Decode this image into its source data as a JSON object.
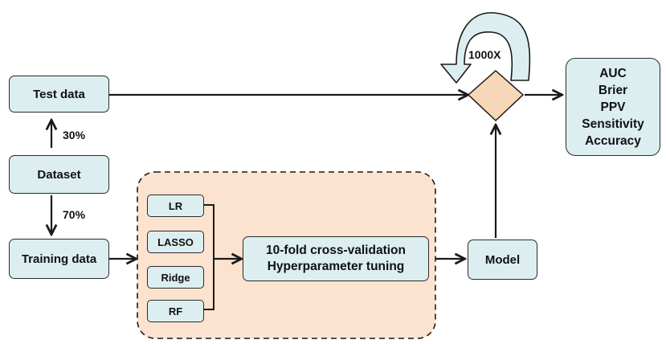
{
  "nodes": {
    "test_data": "Test data",
    "dataset": "Dataset",
    "training_data": "Training data",
    "model": "Model",
    "models": [
      "LR",
      "LASSO",
      "Ridge",
      "RF"
    ],
    "cv_lines": [
      "10-fold cross-validation",
      "Hyperparameter tuning"
    ],
    "metrics": [
      "AUC",
      "Brier",
      "PPV",
      "Sensitivity",
      "Accuracy"
    ]
  },
  "labels": {
    "test_split": "30%",
    "train_split": "70%",
    "repeat": "1000X"
  },
  "colors": {
    "box_fill": "#dceef0",
    "panel_fill": "#fbe3cf",
    "diamond_fill": "#f8d6b8",
    "stroke": "#1a1a1a"
  }
}
